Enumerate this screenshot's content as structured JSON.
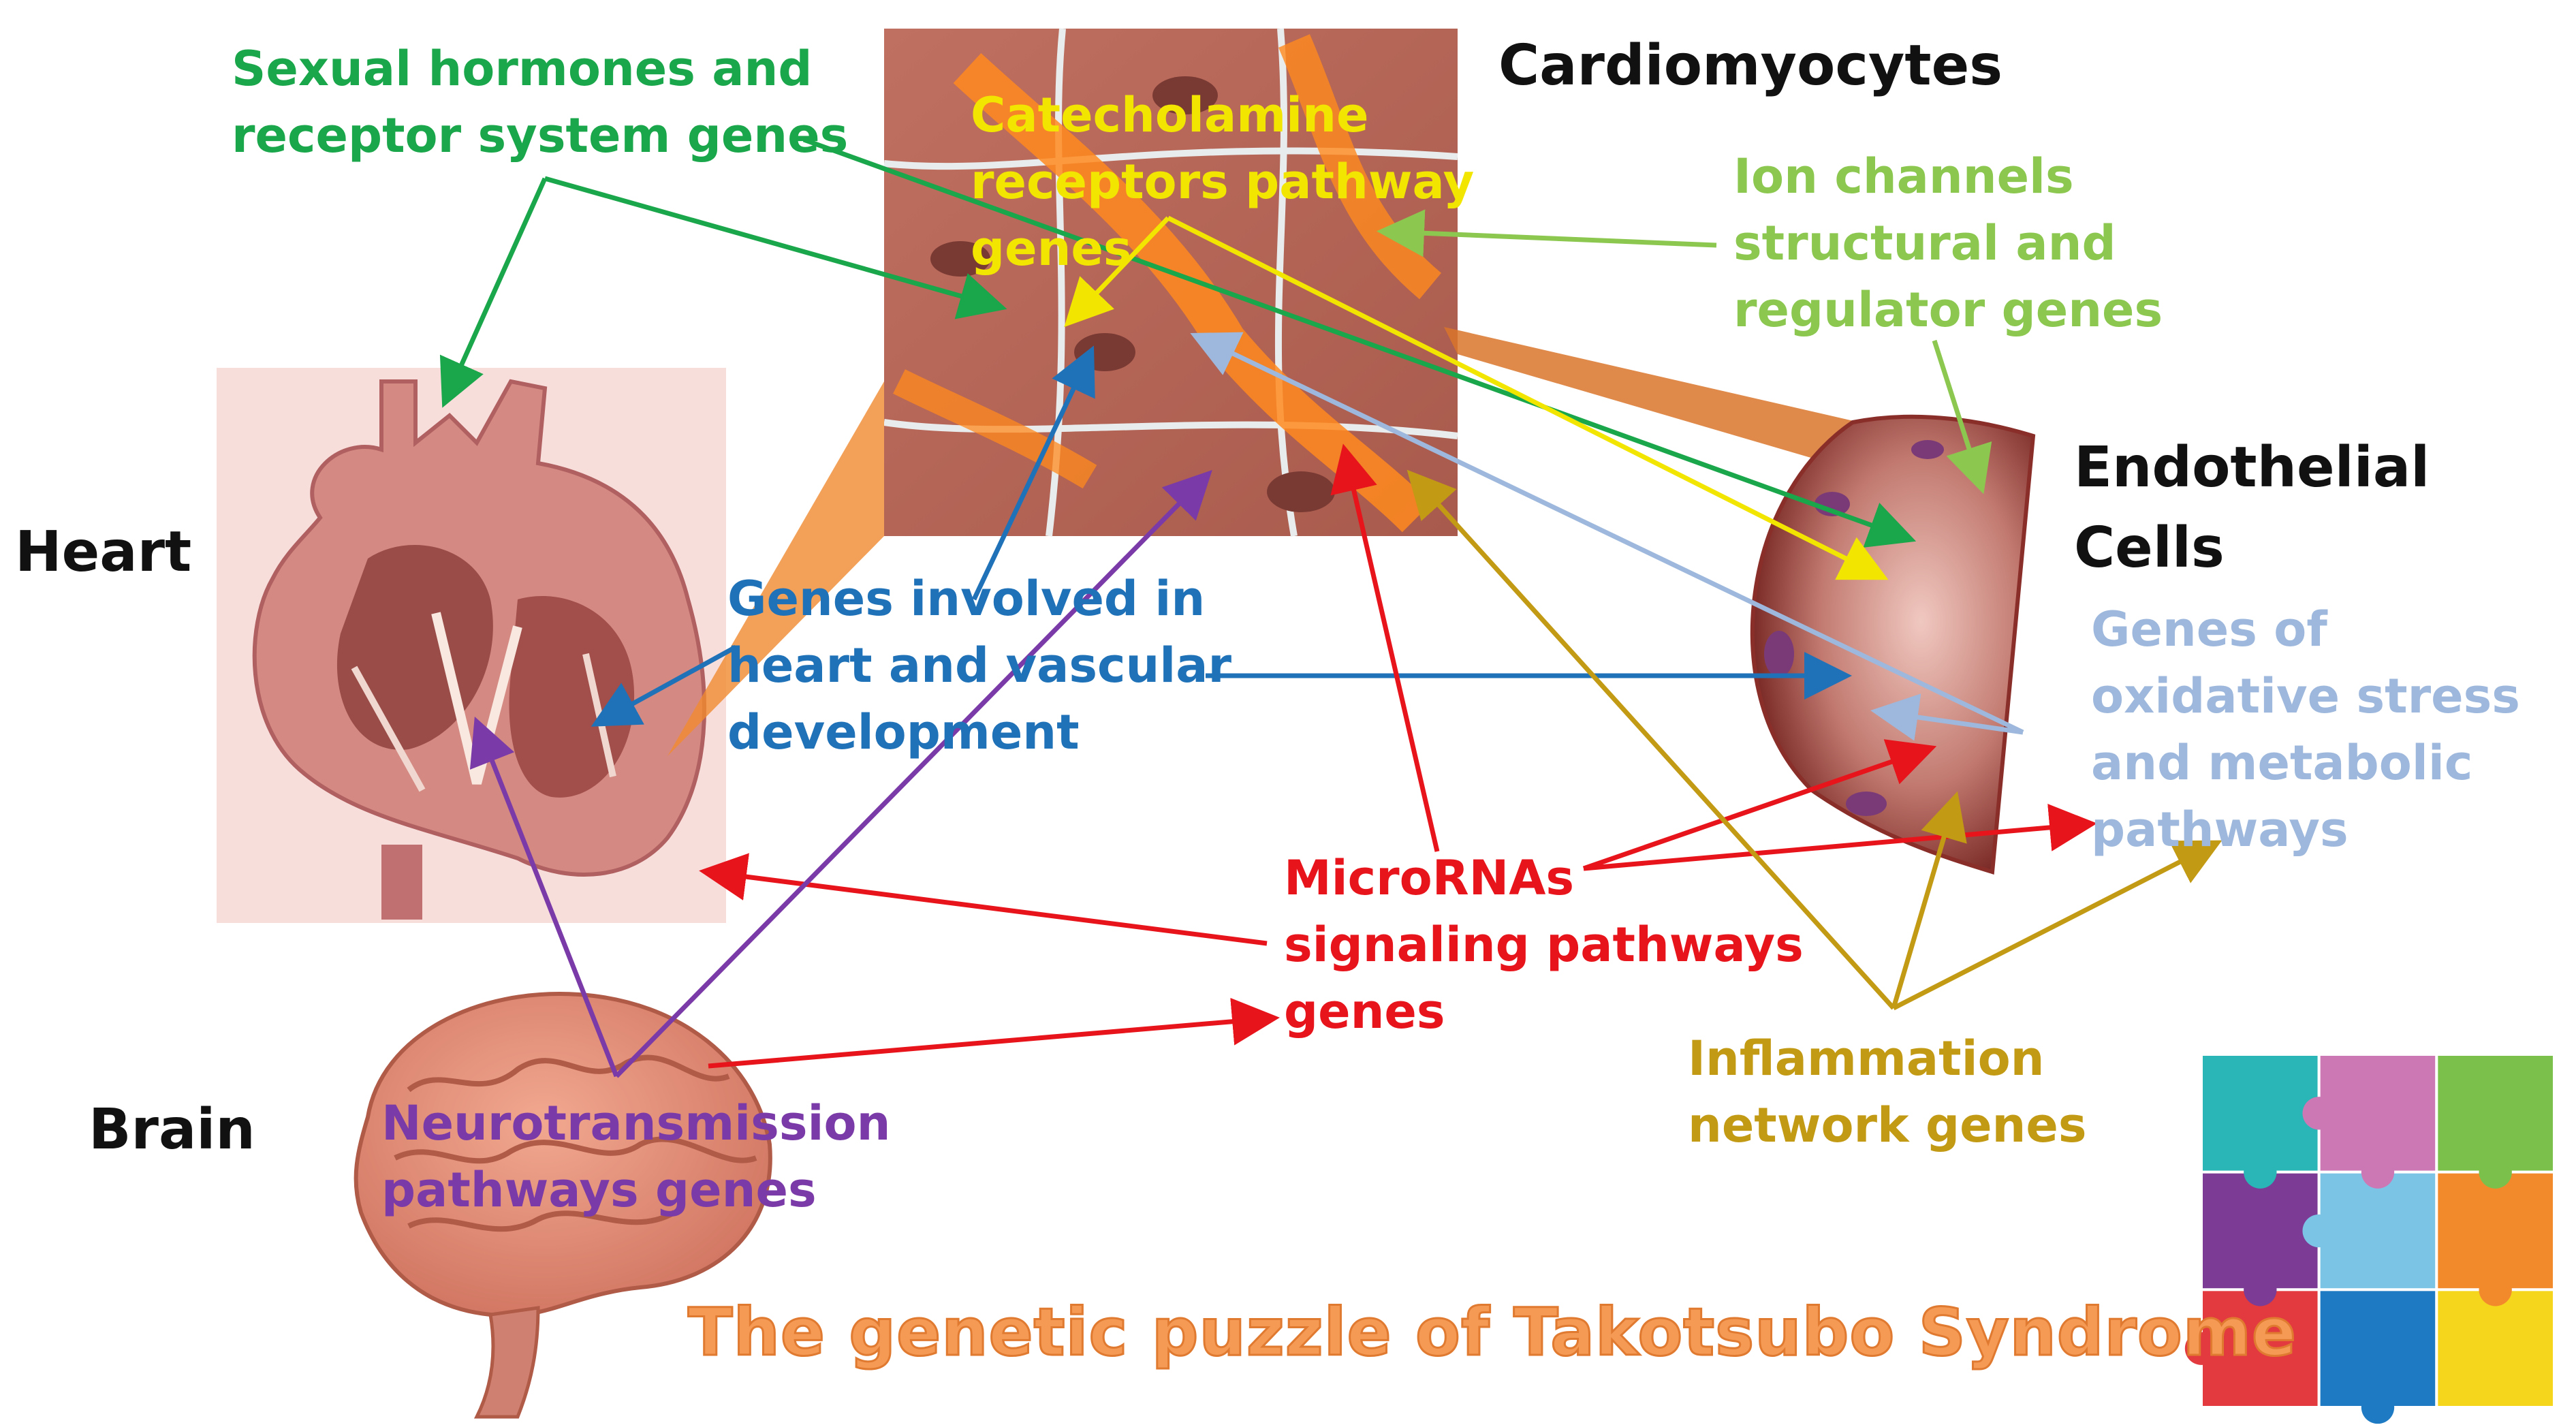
{
  "title": "The genetic puzzle of Takotsubo Syndrome",
  "organ_labels": {
    "heart": "Heart",
    "brain": "Brain",
    "cardiomyocytes": "Cardiomyocytes",
    "endothelial": [
      "Endothelial",
      "Cells"
    ]
  },
  "gene_groups": {
    "sexual_hormones": {
      "lines": [
        "Sexual hormones and",
        "receptor system genes"
      ],
      "color": "#1aa64a"
    },
    "catecholamine": {
      "lines": [
        "Catecholamine",
        "receptors pathway",
        "genes"
      ],
      "color": "#f2e600"
    },
    "ion_channels": {
      "lines": [
        "Ion channels",
        "structural and",
        "regulator genes"
      ],
      "color": "#8cc850"
    },
    "heart_vascular": {
      "lines": [
        "Genes involved in",
        "heart and vascular",
        "development"
      ],
      "color": "#1f72b8"
    },
    "oxidative": {
      "lines": [
        "Genes of",
        "oxidative stress",
        "and metabolic",
        "pathways"
      ],
      "color": "#9db8dc"
    },
    "micrornas": {
      "lines": [
        "MicroRNAs",
        "signaling pathways",
        "genes"
      ],
      "color": "#e8141b"
    },
    "inflammation": {
      "lines": [
        "Inflammation",
        "network genes"
      ],
      "color": "#c39a14"
    },
    "neurotransmission": {
      "lines": [
        "Neurotransmission",
        "pathways genes"
      ],
      "color": "#7a3aa8"
    }
  },
  "puzzle_colors": [
    "#2ab6b6",
    "#cc78b4",
    "#7cc04c",
    "#7c3c96",
    "#7cc4e6",
    "#f28a2c",
    "#e23a3e",
    "#1e7ac2",
    "#f5d61c"
  ]
}
